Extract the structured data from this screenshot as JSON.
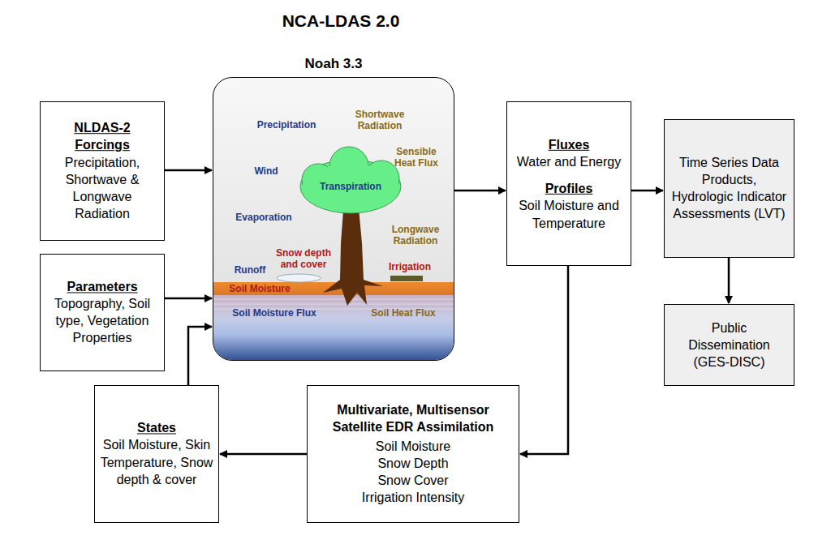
{
  "diagram": {
    "title": "NCA-LDAS 2.0",
    "nodes": [
      {
        "text": [
          "NLDAS-2 Forcings",
          "Precipitation, Shortwave & Longwave Radiation"
        ]
      },
      {
        "text": [
          "Noah 3.3"
        ]
      },
      {
        "text": [
          "Fluxes",
          "Water and Energy",
          "Profiles",
          "Soil Moisture and Temperature"
        ]
      },
      {
        "text": [
          "Time Series Data Products, Hydrologic Indicator Assessments (LVT)"
        ]
      },
      {
        "text": [
          "Parameters",
          "Topography, Soil type, Vegetation Properties"
        ]
      },
      {
        "text": [
          "Public Dissemination (GES-DISC)"
        ]
      },
      {
        "text": [
          "States",
          "Soil Moisture, Skin Temperature, Snow depth & cover"
        ]
      },
      {
        "text": [
          "Multivariate, Multisensor Satellite EDR Assimilation",
          "Soil Moisture",
          "Snow Depth",
          "Snow Cover",
          "Irrigation Intensity"
        ]
      }
    ],
    "edges": [
      {
        "from": 0,
        "to": 1,
        "arrow": "to"
      },
      {
        "from": 4,
        "to": 1,
        "arrow": "to"
      },
      {
        "from": 6,
        "to": 1,
        "arrow": "to"
      },
      {
        "from": 1,
        "to": 2,
        "arrow": "to"
      },
      {
        "from": 2,
        "to": 3,
        "arrow": "to"
      },
      {
        "from": 3,
        "to": 5,
        "arrow": "to"
      },
      {
        "from": 2,
        "to": 7,
        "arrow": "to"
      },
      {
        "from": 7,
        "to": 6,
        "arrow": "to"
      }
    ],
    "labels": [
      "Precipitation",
      "Shortwave Radiation",
      "Sensible Heat Flux",
      "Wind",
      "Transpiration",
      "Evaporation",
      "Longwave Radiation",
      "Snow depth and cover",
      "Irrigation",
      "Runoff",
      "Soil Moisture",
      "Soil Moisture Flux",
      "Soil Heat Flux"
    ]
  }
}
